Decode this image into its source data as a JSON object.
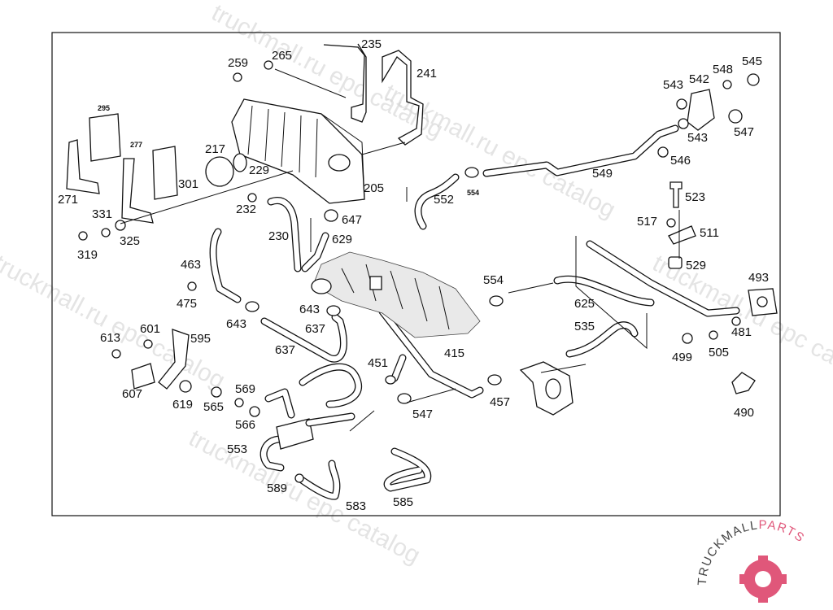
{
  "diagram": {
    "parts": [
      {
        "label": "235"
      },
      {
        "label": "259"
      },
      {
        "label": "265"
      },
      {
        "label": "241"
      },
      {
        "label": "295"
      },
      {
        "label": "277"
      },
      {
        "label": "217"
      },
      {
        "label": "229"
      },
      {
        "label": "301"
      },
      {
        "label": "271"
      },
      {
        "label": "205"
      },
      {
        "label": "232"
      },
      {
        "label": "647"
      },
      {
        "label": "331"
      },
      {
        "label": "325"
      },
      {
        "label": "230"
      },
      {
        "label": "629"
      },
      {
        "label": "319"
      },
      {
        "label": "463"
      },
      {
        "label": "475"
      },
      {
        "label": "643"
      },
      {
        "label": "643"
      },
      {
        "label": "637"
      },
      {
        "label": "637"
      },
      {
        "label": "613"
      },
      {
        "label": "601"
      },
      {
        "label": "595"
      },
      {
        "label": "607"
      },
      {
        "label": "619"
      },
      {
        "label": "565"
      },
      {
        "label": "569"
      },
      {
        "label": "566"
      },
      {
        "label": "451"
      },
      {
        "label": "415"
      },
      {
        "label": "547"
      },
      {
        "label": "553"
      },
      {
        "label": "589"
      },
      {
        "label": "583"
      },
      {
        "label": "585"
      },
      {
        "label": "552"
      },
      {
        "label": "554"
      },
      {
        "label": "549"
      },
      {
        "label": "543"
      },
      {
        "label": "542"
      },
      {
        "label": "548"
      },
      {
        "label": "545"
      },
      {
        "label": "543"
      },
      {
        "label": "547"
      },
      {
        "label": "546"
      },
      {
        "label": "523"
      },
      {
        "label": "517"
      },
      {
        "label": "511"
      },
      {
        "label": "529"
      },
      {
        "label": "554"
      },
      {
        "label": "625"
      },
      {
        "label": "493"
      },
      {
        "label": "535"
      },
      {
        "label": "481"
      },
      {
        "label": "499"
      },
      {
        "label": "505"
      },
      {
        "label": "457"
      },
      {
        "label": "490"
      }
    ]
  },
  "watermarks": [
    "truckmall.ru epc catalog",
    "truckmall.ru epc catalog",
    "truckmall.ru epc catalog",
    "truckmall.ru epc catalog",
    "truckmall.ru epc catalog"
  ],
  "logo": {
    "text_a": "TRUCKMALL",
    "text_b": "PARTS",
    "colors": {
      "primary": "#e0577a",
      "secondary": "#444444"
    }
  }
}
